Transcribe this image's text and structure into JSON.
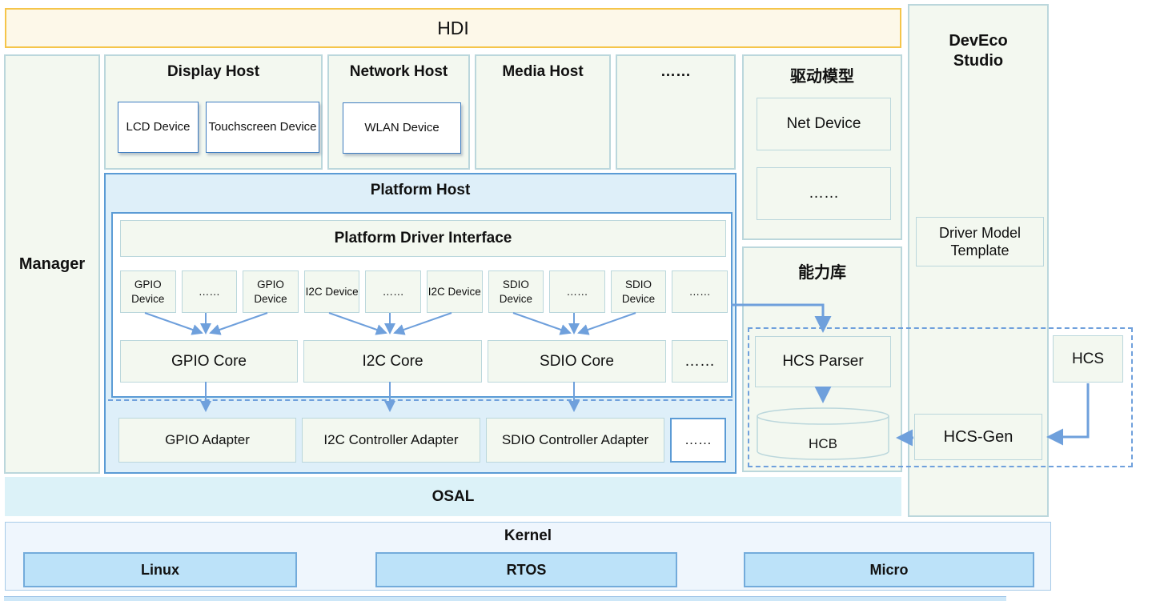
{
  "hdi": {
    "label": "HDI"
  },
  "manager": {
    "label": "Manager"
  },
  "hosts": [
    {
      "title": "Display Host",
      "devices": [
        "LCD Device",
        "Touchscreen Device"
      ]
    },
    {
      "title": "Network Host",
      "devices": [
        "WLAN Device"
      ]
    },
    {
      "title": "Media Host",
      "devices": []
    },
    {
      "title": "……",
      "devices": []
    }
  ],
  "driver_model": {
    "title": "驱动模型",
    "items": [
      "Net Device",
      "……"
    ]
  },
  "capability_lib": {
    "title": "能力库",
    "parser": "HCS Parser",
    "hcb": "HCB"
  },
  "platform_host": {
    "title": "Platform Host",
    "driver_interface": "Platform Driver Interface",
    "devices": [
      "GPIO Device",
      "……",
      "GPIO Device",
      "I2C Device",
      "……",
      "I2C Device",
      "SDIO Device",
      "……",
      "SDIO Device",
      "……"
    ],
    "cores": [
      "GPIO Core",
      "I2C Core",
      "SDIO Core",
      "……"
    ],
    "adapters": [
      "GPIO Adapter",
      "I2C Controller Adapter",
      "SDIO Controller Adapter",
      "……"
    ]
  },
  "deveco": {
    "title": "DevEco Studio",
    "template": "Driver Model Template"
  },
  "hcs_flow": {
    "hcs": "HCS",
    "hcs_gen": "HCS-Gen"
  },
  "osal": {
    "label": "OSAL"
  },
  "kernel": {
    "title": "Kernel",
    "items": [
      "Linux",
      "RTOS",
      "Micro"
    ]
  },
  "colors": {
    "hdi_fill": "#FDF8E9",
    "hdi_border": "#F5C54A",
    "panel_fill": "#F3F8F0",
    "panel_border": "#BBD7DC",
    "platform_fill": "#DEEFF9",
    "platform_border": "#5B9BD5",
    "arrow": "#6FA0DC",
    "osal_fill": "#DCF2F8",
    "kernel_fill": "#EFF6FD",
    "kernel_border": "#A8CBE8",
    "kernel_item_fill": "#BCE2F9",
    "kernel_item_border": "#73ABDB",
    "device_box_border": "#3E7CC0"
  }
}
